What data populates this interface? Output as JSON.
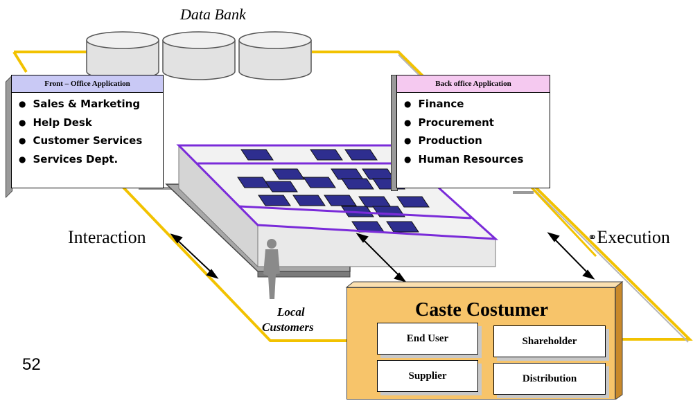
{
  "diagram": {
    "data_bank_label": "Data Bank",
    "front_office": {
      "title": "Front – Office Application",
      "items": [
        "Sales & Marketing",
        "Help Desk",
        "Customer Services",
        "Services Dept."
      ]
    },
    "back_office": {
      "title": "Back office Application",
      "items": [
        "Finance",
        "Procurement",
        "Production",
        "Human Resources"
      ]
    },
    "interaction_label": "Interaction",
    "execution_label": "Execution",
    "local_customers_label": "Local\nCustomers",
    "local_customers_line1": "Local",
    "local_customers_line2": "Customers",
    "caste_costumer": {
      "title": "Caste Costumer",
      "roles": [
        "End User",
        "Shareholder",
        "Supplier",
        "Distribution"
      ]
    },
    "page_number": "52"
  },
  "colors": {
    "ring": "#f2c200",
    "front_header": "#c9c9f5",
    "back_header": "#f5c9f0",
    "tile": "#2e2e8f",
    "grid_outline": "#7a2bd9",
    "caste_fill": "#f7c46a"
  }
}
